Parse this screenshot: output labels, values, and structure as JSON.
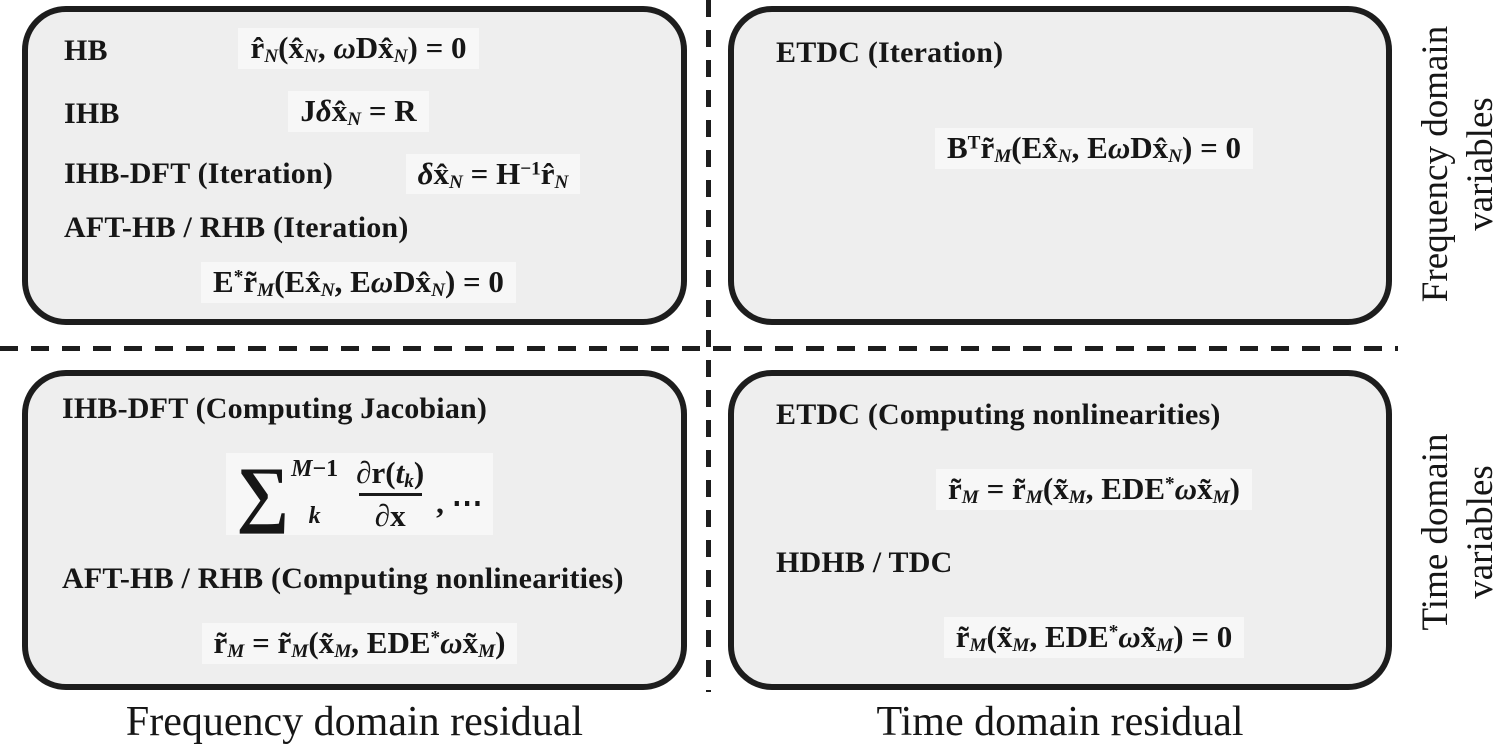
{
  "colors": {
    "box_fill": "#eeeeee",
    "line_color": "#1d1d1d",
    "background": "#ffffff"
  },
  "quadrants": {
    "top_left": {
      "rows": [
        {
          "label": "HB",
          "formula": "r̂_{⟨N⟩}(x̂_{⟨N⟩}, ⟨ω⟩Dx̂_{⟨N⟩}) = 0"
        },
        {
          "label": "IHB",
          "formula": "J⟨δ⟩x̂_{⟨N⟩} = R"
        },
        {
          "label": "IHB-DFT (Iteration)",
          "formula": "⟨δ⟩x̂_{⟨N⟩} = H^{−1}r̂_{⟨N⟩}"
        },
        {
          "label": "AFT-HB / RHB (Iteration)",
          "formula": "E^{*}r̃_{⟨M⟩}(Ex̂_{⟨N⟩}, E⟨ω⟩Dx̂_{⟨N⟩}) = 0"
        }
      ]
    },
    "top_right": {
      "label": "ETDC (Iteration)",
      "formula": "B^{T}r̃_{⟨M⟩}(Ex̂_{⟨N⟩}, E⟨ω⟩Dx̂_{⟨N⟩}) = 0"
    },
    "bottom_left": {
      "label1": "IHB-DFT (Computing Jacobian)",
      "sum": {
        "sigma": "∑",
        "upper": "⟨M⟩−1",
        "lower": "⟨k⟩",
        "numerator": "⟨∂⟩r(⟨t⟩_{⟨k⟩})",
        "denominator": "⟨∂⟩x",
        "tail": ", ⋯"
      },
      "label2": "AFT-HB / RHB (Computing nonlinearities)",
      "formula2": "r̃_{⟨M⟩} = r̃_{⟨M⟩}(x̃_{⟨M⟩}, EDE^{*}⟨ω⟩x̃_{⟨M⟩})"
    },
    "bottom_right": {
      "label1": "ETDC (Computing nonlinearities)",
      "formula1": "r̃_{⟨M⟩} = r̃_{⟨M⟩}(x̃_{⟨M⟩}, EDE^{*}⟨ω⟩x̃_{⟨M⟩})",
      "label2": "HDHB / TDC",
      "formula2": "r̃_{⟨M⟩}(x̃_{⟨M⟩}, EDE^{*}⟨ω⟩x̃_{⟨M⟩}) = 0"
    }
  },
  "captions": {
    "left": "Frequency domain residual",
    "right": "Time domain residual"
  },
  "side_labels": {
    "top": {
      "line1": "Frequency domain",
      "line2": "variables"
    },
    "bottom": {
      "line1": "Time domain",
      "line2": "variables"
    }
  }
}
